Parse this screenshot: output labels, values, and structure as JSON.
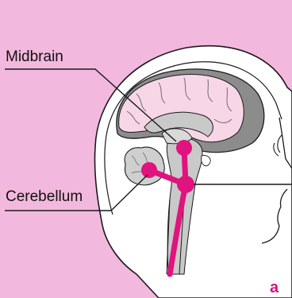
{
  "diagram": {
    "labels": {
      "midbrain": "Midbrain",
      "cerebellum": "Cerebellum",
      "panel": "a"
    },
    "colors": {
      "background": "#f3b8de",
      "head_fill": "#ffffff",
      "cerebrum_fill": "#f7d6e8",
      "cortex_fill": "#8c8c8c",
      "inner_gray": "#c9c9c9",
      "pathway": "#e0137f",
      "outline": "#1a1a1a"
    }
  }
}
